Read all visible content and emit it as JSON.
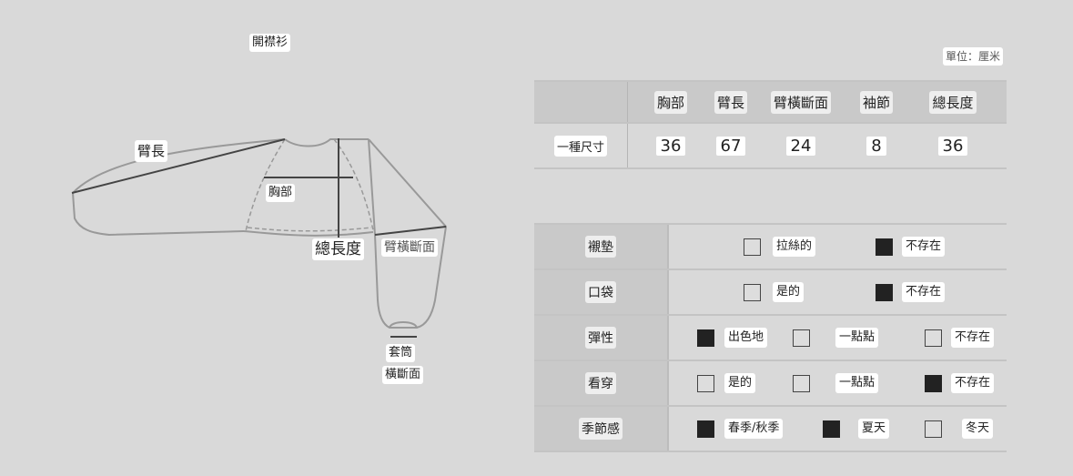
{
  "diagram": {
    "title": "開襟衫",
    "labels": {
      "arm_length": "臂長",
      "chest": "胸部",
      "total_length": "總長度",
      "arm_cross_section": "臂橫斷面",
      "cuff_line1": "套筒",
      "cuff_line2": "橫斷面"
    }
  },
  "unit": "單位：厘米",
  "size_table": {
    "headers": [
      "胸部",
      "臂長",
      "臂橫斷面",
      "袖節",
      "總長度"
    ],
    "rows": [
      {
        "label": "一種尺寸",
        "values": [
          "36",
          "67",
          "24",
          "8",
          "36"
        ]
      }
    ]
  },
  "attributes": [
    {
      "label": "襯墊",
      "options": [
        {
          "label": "拉絲的",
          "checked": false
        },
        {
          "label": "不存在",
          "checked": true
        }
      ]
    },
    {
      "label": "口袋",
      "options": [
        {
          "label": "是的",
          "checked": false
        },
        {
          "label": "不存在",
          "checked": true
        }
      ]
    },
    {
      "label": "彈性",
      "options": [
        {
          "label": "出色地",
          "checked": true
        },
        {
          "label": "一點點",
          "checked": false
        },
        {
          "label": "不存在",
          "checked": false
        }
      ]
    },
    {
      "label": "看穿",
      "options": [
        {
          "label": "是的",
          "checked": false
        },
        {
          "label": "一點點",
          "checked": false
        },
        {
          "label": "不存在",
          "checked": true
        }
      ]
    },
    {
      "label": "季節感",
      "options": [
        {
          "label": "春季/秋季",
          "checked": true
        },
        {
          "label": "夏天",
          "checked": true
        },
        {
          "label": "冬天",
          "checked": false
        }
      ]
    }
  ],
  "colors": {
    "background": "#d9d9d9",
    "header": "#c9c9c9",
    "checked": "#222222"
  }
}
